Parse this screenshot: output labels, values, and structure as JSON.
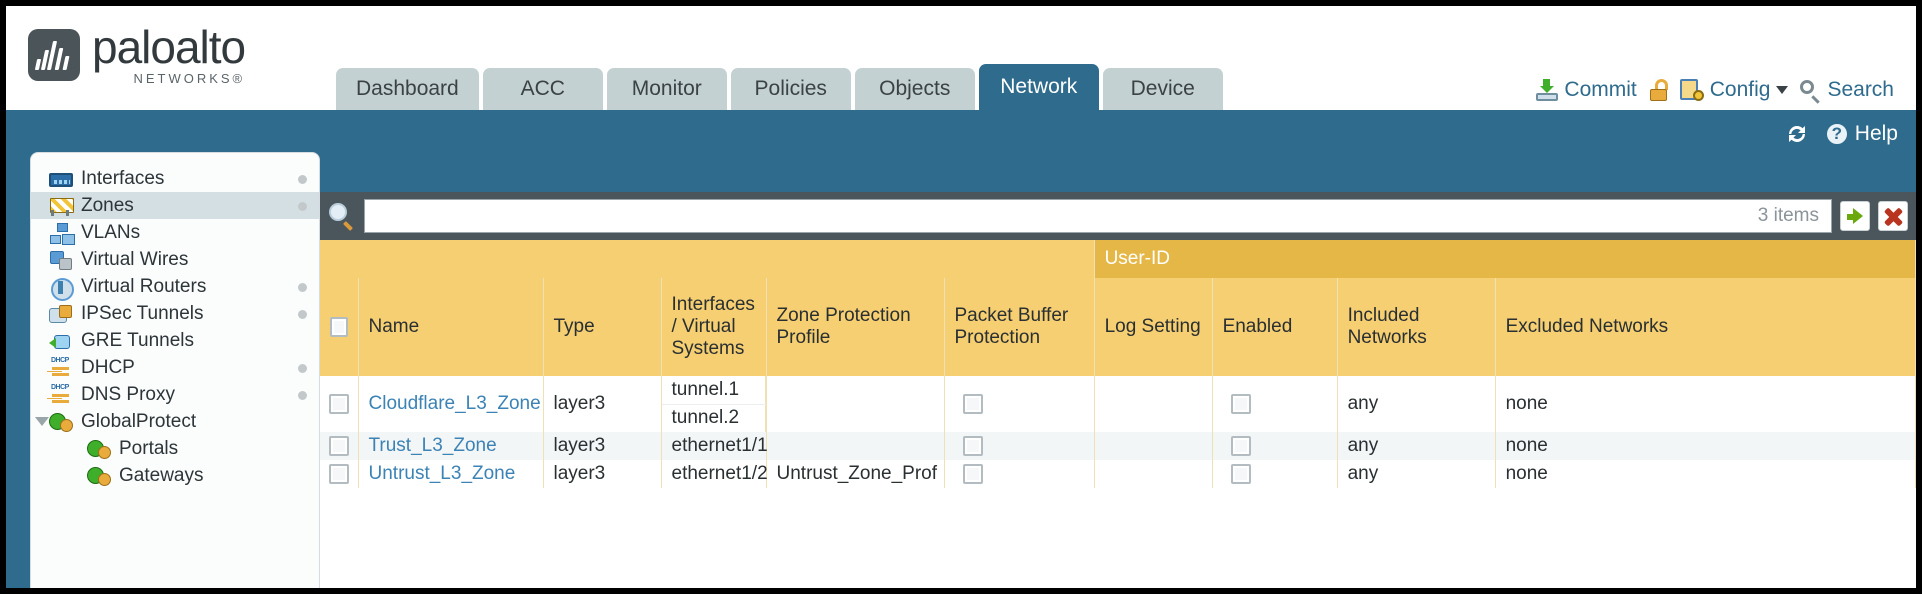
{
  "brand": {
    "name": "paloalto",
    "sub": "NETWORKS®"
  },
  "tabs": [
    {
      "label": "Dashboard",
      "active": false
    },
    {
      "label": "ACC",
      "active": false
    },
    {
      "label": "Monitor",
      "active": false
    },
    {
      "label": "Policies",
      "active": false
    },
    {
      "label": "Objects",
      "active": false
    },
    {
      "label": "Network",
      "active": true
    },
    {
      "label": "Device",
      "active": false
    }
  ],
  "header_actions": {
    "commit": "Commit",
    "config": "Config",
    "search": "Search",
    "lock_icon": "padlock-unlocked-icon",
    "commit_icon": "commit-download-icon",
    "config_icon": "config-wrench-icon",
    "search_icon": "search-magnifier-icon",
    "caret_icon": "chevron-down-icon"
  },
  "strip": {
    "refresh_icon": "refresh-icon",
    "help_label": "Help",
    "help_icon": "question-mark-icon"
  },
  "sidebar": {
    "items": [
      {
        "label": "Interfaces",
        "icon": "interfaces-icon",
        "selected": false,
        "dot": true,
        "child": false,
        "expander": false
      },
      {
        "label": "Zones",
        "icon": "zones-icon",
        "selected": true,
        "dot": true,
        "child": false,
        "expander": false
      },
      {
        "label": "VLANs",
        "icon": "vlans-icon",
        "selected": false,
        "dot": false,
        "child": false,
        "expander": false
      },
      {
        "label": "Virtual Wires",
        "icon": "virtual-wires-icon",
        "selected": false,
        "dot": false,
        "child": false,
        "expander": false
      },
      {
        "label": "Virtual Routers",
        "icon": "virtual-routers-icon",
        "selected": false,
        "dot": true,
        "child": false,
        "expander": false
      },
      {
        "label": "IPSec Tunnels",
        "icon": "ipsec-tunnels-icon",
        "selected": false,
        "dot": true,
        "child": false,
        "expander": false
      },
      {
        "label": "GRE Tunnels",
        "icon": "gre-tunnels-icon",
        "selected": false,
        "dot": false,
        "child": false,
        "expander": false
      },
      {
        "label": "DHCP",
        "icon": "dhcp-icon",
        "selected": false,
        "dot": true,
        "child": false,
        "expander": false
      },
      {
        "label": "DNS Proxy",
        "icon": "dns-proxy-icon",
        "selected": false,
        "dot": true,
        "child": false,
        "expander": false
      },
      {
        "label": "GlobalProtect",
        "icon": "globalprotect-icon",
        "selected": false,
        "dot": false,
        "child": false,
        "expander": true
      },
      {
        "label": "Portals",
        "icon": "portals-icon",
        "selected": false,
        "dot": false,
        "child": true,
        "expander": false
      },
      {
        "label": "Gateways",
        "icon": "gateways-icon",
        "selected": false,
        "dot": false,
        "child": true,
        "expander": false
      }
    ]
  },
  "search_bar": {
    "value": "",
    "placeholder": "",
    "item_count": "3 items",
    "apply_icon": "green-arrow-apply-icon",
    "clear_icon": "red-x-clear-icon",
    "magnifier_icon": "search-magnifier-icon"
  },
  "table": {
    "group_header": "User-ID",
    "columns": [
      "Name",
      "Type",
      "Interfaces / Virtual Systems",
      "Zone Protection Profile",
      "Packet Buffer Protection",
      "Log Setting",
      "Enabled",
      "Included Networks",
      "Excluded Networks"
    ],
    "rows": [
      {
        "name": "Cloudflare_L3_Zone",
        "type": "layer3",
        "interfaces": [
          "tunnel.1",
          "tunnel.2"
        ],
        "zone_protection_profile": "",
        "packet_buffer_protection": false,
        "log_setting": "",
        "userid_enabled": false,
        "included_networks": "any",
        "excluded_networks": "none"
      },
      {
        "name": "Trust_L3_Zone",
        "type": "layer3",
        "interfaces": [
          "ethernet1/1"
        ],
        "zone_protection_profile": "",
        "packet_buffer_protection": false,
        "log_setting": "",
        "userid_enabled": false,
        "included_networks": "any",
        "excluded_networks": "none"
      },
      {
        "name": "Untrust_L3_Zone",
        "type": "layer3",
        "interfaces": [
          "ethernet1/2"
        ],
        "zone_protection_profile": "Untrust_Zone_Prof",
        "packet_buffer_protection": false,
        "log_setting": "",
        "userid_enabled": false,
        "included_networks": "any",
        "excluded_networks": "none"
      }
    ]
  },
  "colors": {
    "brand_blue": "#2f6b8d",
    "header_gold": "#f5cf72",
    "group_gold": "#e5b747",
    "link_blue": "#3c83b5",
    "searchbar_dark": "#4a555c"
  }
}
